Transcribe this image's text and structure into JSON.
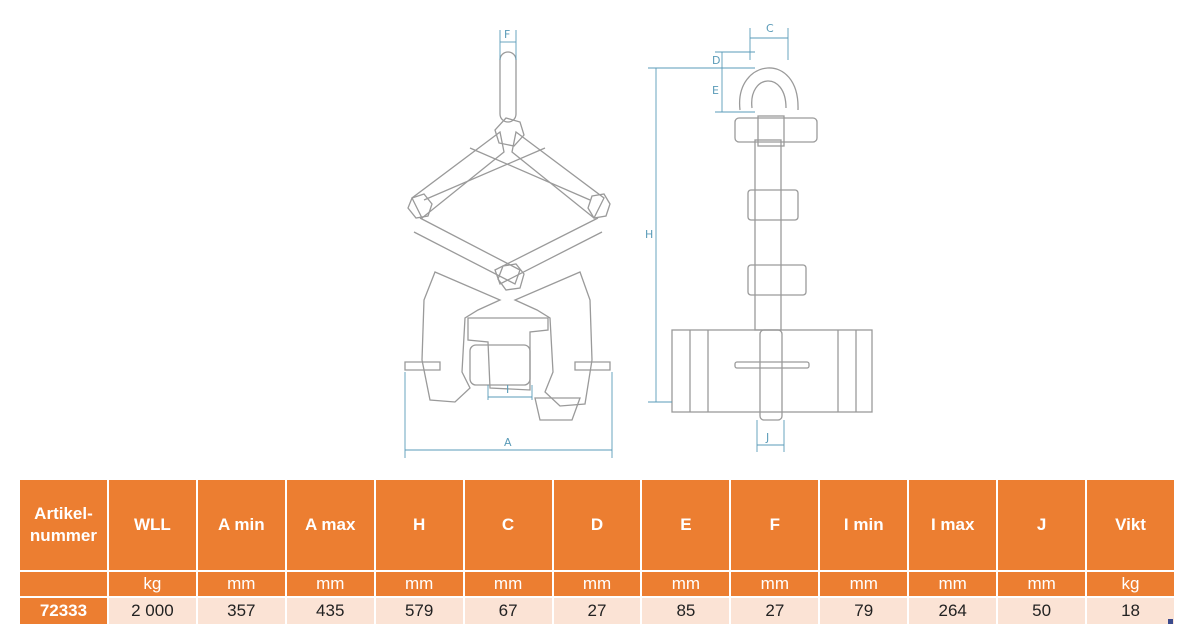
{
  "drawing": {
    "dims_front": {
      "F": "F",
      "I": "I",
      "A": "A"
    },
    "dims_side": {
      "C": "C",
      "D": "D",
      "E": "E",
      "H": "H",
      "J": "J"
    }
  },
  "table": {
    "headers": [
      "Artikel-\nnummer",
      "WLL",
      "A min",
      "A max",
      "H",
      "C",
      "D",
      "E",
      "F",
      "I min",
      "I max",
      "J",
      "Vikt"
    ],
    "units": [
      "",
      "kg",
      "mm",
      "mm",
      "mm",
      "mm",
      "mm",
      "mm",
      "mm",
      "mm",
      "mm",
      "mm",
      "kg"
    ],
    "row": [
      "72333",
      "2 000",
      "357",
      "435",
      "579",
      "67",
      "27",
      "85",
      "27",
      "79",
      "264",
      "50",
      "18"
    ]
  },
  "colors": {
    "header": "#ec7e31",
    "row": "#fbe3d5",
    "line": "#8a8a8a",
    "dim": "#5a9bb8"
  }
}
